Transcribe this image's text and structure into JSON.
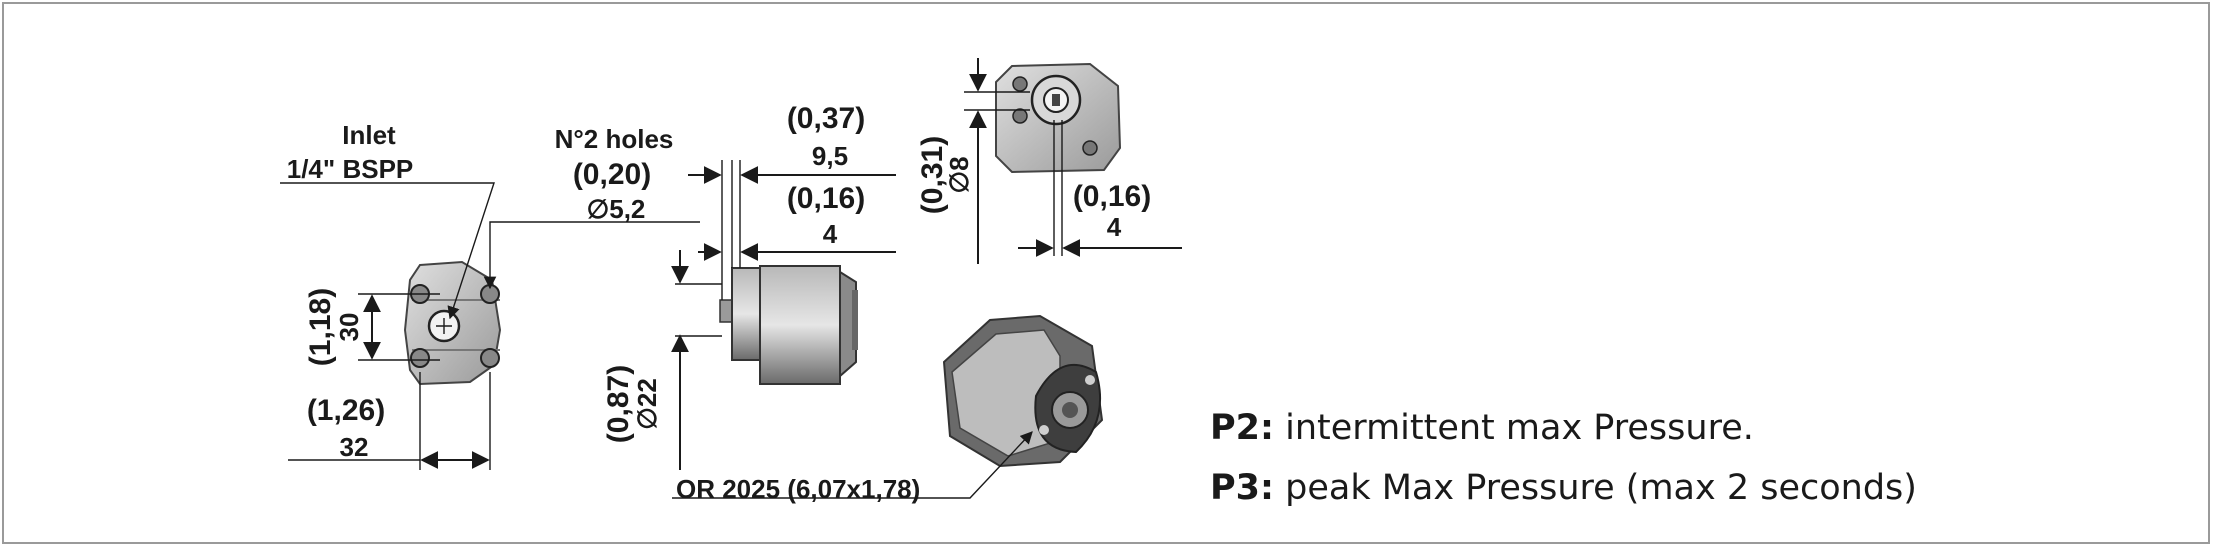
{
  "dims": {
    "inlet": "Inlet",
    "inlet_thread": "1/4\" BSPP",
    "holes": "N°2 holes",
    "holes_in": "(0,20)",
    "holes_mm": "∅5,2",
    "d95_in": "(0,37)",
    "d95_mm": "9,5",
    "d4a_in": "(0,16)",
    "d4a_mm": "4",
    "d8_in": "(0,31)",
    "d8_mm": "∅8",
    "d4b_in": "(0,16)",
    "d4b_mm": "4",
    "d30_in": "(1,18)",
    "d30_mm": "30",
    "d32_in": "(1,26)",
    "d32_mm": "32",
    "d22_in": "(0,87)",
    "d22_mm": "∅22",
    "oring": "OR 2025 (6,07x1,78)"
  },
  "legend": {
    "p2_key": "P2:",
    "p2_text": " intermittent max Pressure.",
    "p3_key": "P3:",
    "p3_text": " peak Max Pressure (max 2 seconds)"
  },
  "colors": {
    "border": "#9a9a9a",
    "ink": "#1a1a1a",
    "body_light": "#cfcfcf",
    "body_dark": "#5f5f5f"
  }
}
